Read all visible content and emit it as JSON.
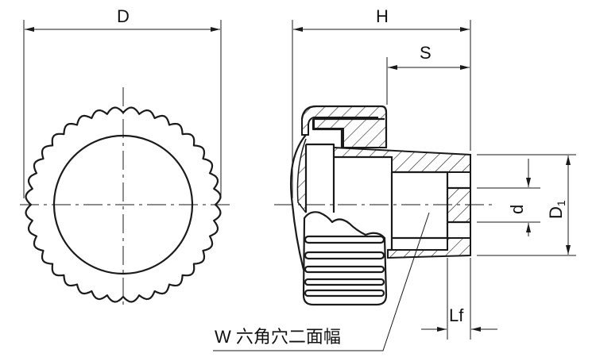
{
  "labels": {
    "D": "D",
    "H": "H",
    "S": "S",
    "d": "d",
    "D1": "D",
    "D1_sub": "1",
    "Lf": "Lf",
    "W_note": "W 六角穴二面幅"
  },
  "colors": {
    "line": "#1a1a1a",
    "background": "#ffffff"
  }
}
